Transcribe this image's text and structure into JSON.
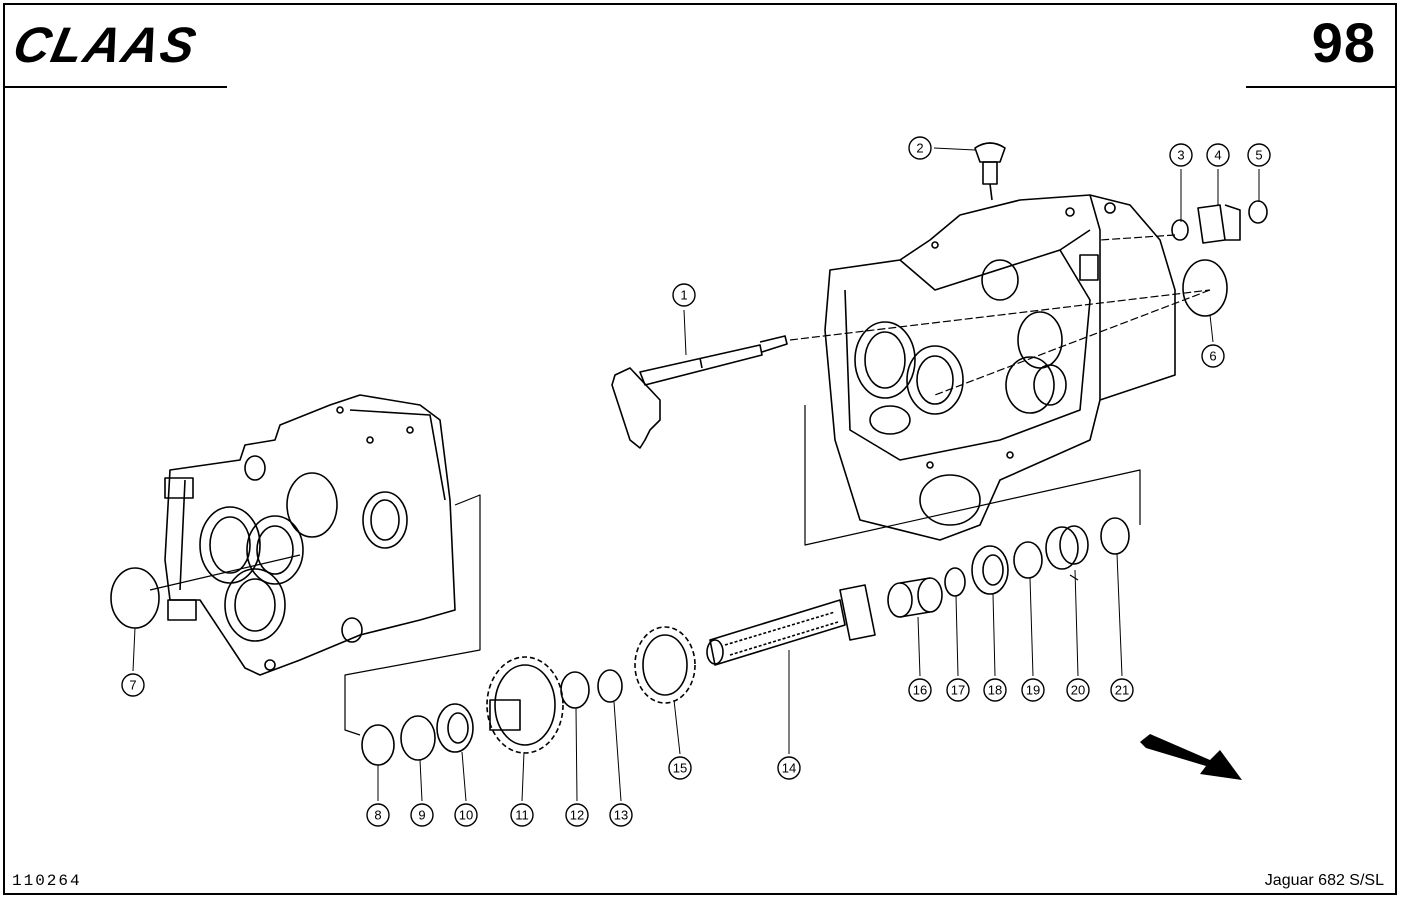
{
  "header": {
    "brand": "CLAAS",
    "page_number": "98"
  },
  "footer": {
    "drawing_number": "110264",
    "model": "Jaguar 682 S/SL"
  },
  "callouts": [
    {
      "label": "1"
    },
    {
      "label": "2"
    },
    {
      "label": "3"
    },
    {
      "label": "4"
    },
    {
      "label": "5"
    },
    {
      "label": "6"
    },
    {
      "label": "7"
    },
    {
      "label": "8"
    },
    {
      "label": "9"
    },
    {
      "label": "10"
    },
    {
      "label": "11"
    },
    {
      "label": "12"
    },
    {
      "label": "13"
    },
    {
      "label": "14"
    },
    {
      "label": "15"
    },
    {
      "label": "16"
    },
    {
      "label": "17"
    },
    {
      "label": "18"
    },
    {
      "label": "19"
    },
    {
      "label": "20"
    },
    {
      "label": "21"
    }
  ],
  "icons": {
    "logo": "claas-logo",
    "direction": "arrow-icon"
  }
}
